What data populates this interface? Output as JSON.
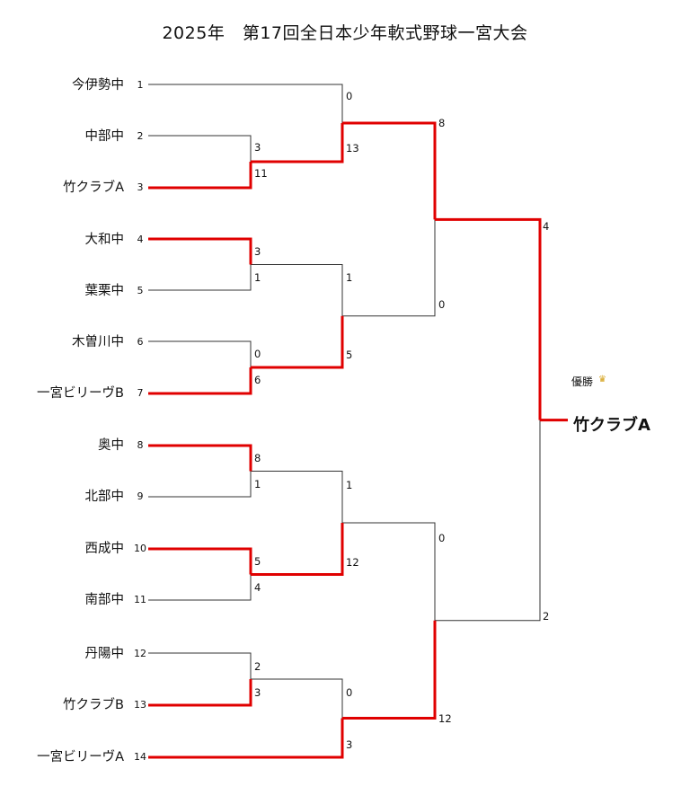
{
  "title": "2025年　第17回全日本少年軟式野球一宮大会",
  "colors": {
    "winner_line": "#e00000",
    "loser_line": "#333333",
    "trophy": "#d4a017"
  },
  "teams": [
    {
      "name": "今伊勢中",
      "seed": "1"
    },
    {
      "name": "中部中",
      "seed": "2"
    },
    {
      "name": "竹クラブA",
      "seed": "3"
    },
    {
      "name": "大和中",
      "seed": "4"
    },
    {
      "name": "葉栗中",
      "seed": "5"
    },
    {
      "name": "木曽川中",
      "seed": "6"
    },
    {
      "name": "一宮ビリーヴB",
      "seed": "7"
    },
    {
      "name": "奥中",
      "seed": "8"
    },
    {
      "name": "北部中",
      "seed": "9"
    },
    {
      "name": "西成中",
      "seed": "10"
    },
    {
      "name": "南部中",
      "seed": "11"
    },
    {
      "name": "丹陽中",
      "seed": "12"
    },
    {
      "name": "竹クラブB",
      "seed": "13"
    },
    {
      "name": "一宮ビリーヴA",
      "seed": "14"
    }
  ],
  "matches": [
    {
      "a": "2",
      "b": "3",
      "score_a": "3",
      "score_b": "11"
    },
    {
      "a": "4",
      "b": "5",
      "score_a": "3",
      "score_b": "1"
    },
    {
      "a": "6",
      "b": "7",
      "score_a": "0",
      "score_b": "6"
    },
    {
      "a": "8",
      "b": "9",
      "score_a": "8",
      "score_b": "1"
    },
    {
      "a": "10",
      "b": "11",
      "score_a": "5",
      "score_b": "4"
    },
    {
      "a": "12",
      "b": "13",
      "score_a": "2",
      "score_b": "3"
    },
    {
      "a": "1",
      "b": "3",
      "score_a": "0",
      "score_b": "13"
    },
    {
      "a": "4",
      "b": "7",
      "score_a": "1",
      "score_b": "5"
    },
    {
      "a": "8",
      "b": "10",
      "score_a": "1",
      "score_b": "12"
    },
    {
      "a": "13",
      "b": "14",
      "score_a": "0",
      "score_b": "3"
    },
    {
      "a": "3",
      "b": "7",
      "score_a": "8",
      "score_b": "0"
    },
    {
      "a": "10",
      "b": "14",
      "score_a": "0",
      "score_b": "12"
    },
    {
      "a": "3",
      "b": "14",
      "score_a": "4",
      "score_b": "2"
    }
  ],
  "champion": {
    "label": "優勝",
    "trophy_icon": "trophy-icon",
    "name": "竹クラブA"
  }
}
